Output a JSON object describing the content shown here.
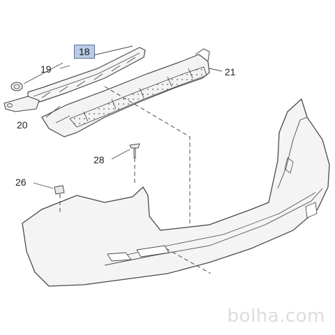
{
  "diagram": {
    "callouts": [
      {
        "id": "18",
        "label": "18",
        "highlighted": true,
        "part": "bumper-impact-absorber-upper"
      },
      {
        "id": "19",
        "label": "19",
        "highlighted": false,
        "part": "plug-cap"
      },
      {
        "id": "20",
        "label": "20",
        "highlighted": false,
        "part": "bumper-bracket-left"
      },
      {
        "id": "21",
        "label": "21",
        "highlighted": false,
        "part": "bumper-reinforcement-bar"
      },
      {
        "id": "28",
        "label": "28",
        "highlighted": false,
        "part": "push-pin-clip"
      },
      {
        "id": "26",
        "label": "26",
        "highlighted": false,
        "part": "retainer-clip"
      }
    ]
  },
  "watermark": "bolha.com",
  "colors": {
    "line": "#4a4a4a",
    "fill": "#f3f3f3",
    "highlight_fill": "#b9cbe6",
    "highlight_border": "#5a6f9a",
    "watermark": "#dcdcdc"
  }
}
